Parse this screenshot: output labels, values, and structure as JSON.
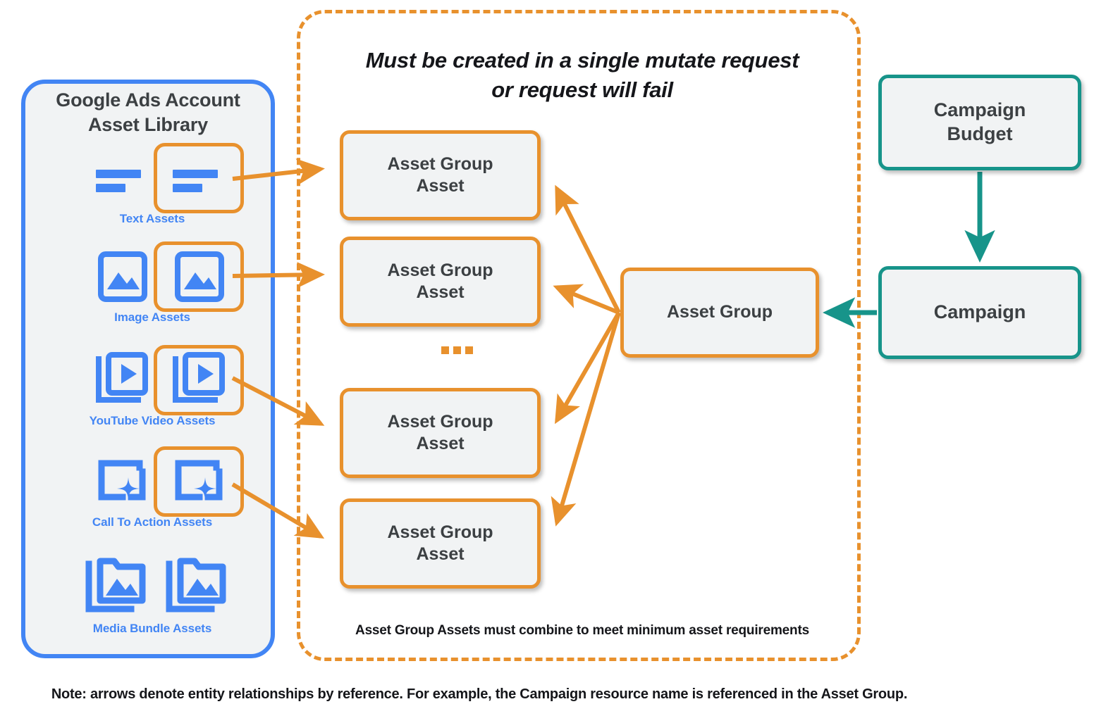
{
  "library": {
    "title": "Google Ads Account\nAsset Library",
    "title_line1": "Google Ads Account",
    "title_line2": "Asset Library",
    "border_color": "#4285F4",
    "fill_color": "#f1f3f4",
    "label_color": "#4285F4",
    "rows": [
      {
        "label": "Text Assets",
        "icon": "text-lines-icon",
        "highlighted": true
      },
      {
        "label": "Image Assets",
        "icon": "image-icon",
        "highlighted": true
      },
      {
        "label": "YouTube Video  Assets",
        "icon": "video-stack-icon",
        "highlighted": true
      },
      {
        "label": "Call To Action Assets",
        "icon": "call-to-action-icon",
        "highlighted": true
      },
      {
        "label": "Media Bundle  Assets",
        "icon": "media-bundle-icon",
        "highlighted": false
      }
    ]
  },
  "mutate_panel": {
    "title_line1": "Must be created in a single mutate request",
    "title_line2": "or request will fail",
    "footnote": "Asset Group Assets must combine to meet minimum asset requirements",
    "border_color": "#E8912D",
    "asset_group_assets": [
      {
        "label_line1": "Asset Group",
        "label_line2": "Asset"
      },
      {
        "label_line1": "Asset Group",
        "label_line2": "Asset"
      },
      {
        "label_line1": "Asset Group",
        "label_line2": "Asset"
      },
      {
        "label_line1": "Asset Group",
        "label_line2": "Asset"
      }
    ],
    "ellipsis": "..."
  },
  "nodes": {
    "asset_group": {
      "label": "Asset Group",
      "color": "#E8912D"
    },
    "campaign_budget": {
      "label_line1": "Campaign",
      "label_line2": "Budget",
      "color": "#17948A"
    },
    "campaign": {
      "label": "Campaign",
      "color": "#17948A"
    }
  },
  "note": "Note: arrows denote entity relationships by reference. For example, the Campaign resource name is referenced in the Asset Group.",
  "colors": {
    "orange": "#E8912D",
    "blue": "#4285F4",
    "teal": "#17948A",
    "node_fill": "#f1f3f4",
    "text_dark": "#3c4043"
  }
}
